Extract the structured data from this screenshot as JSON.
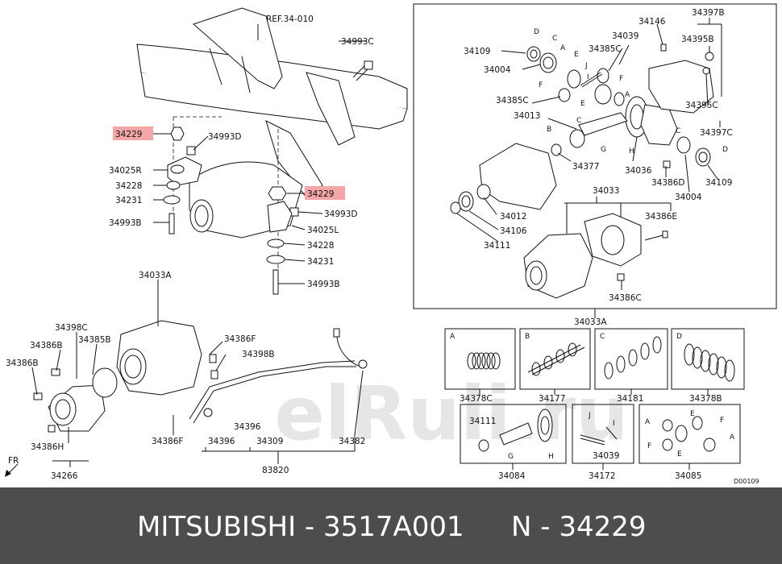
{
  "diagram": {
    "ref_label": "REF.34-010",
    "highlight_color": "#f4a6a6",
    "watermark": "elRuli.ru",
    "corner_code": "D00109",
    "fr_label": "FR",
    "labels": {
      "p34993C": "34993C",
      "p34229a": "34229",
      "p34993Da": "34993D",
      "p34025R": "34025R",
      "p34228a": "34228",
      "p34231a": "34231",
      "p34993Ba": "34993B",
      "p34229b": "34229",
      "p34993Db": "34993D",
      "p34025L": "34025L",
      "p34228b": "34228",
      "p34231b": "34231",
      "p34993Bb": "34993B",
      "p34033Aa": "34033A",
      "p34398C": "34398C",
      "p34386Ba": "34386B",
      "p34385B": "34385B",
      "p34386Bb": "34386B",
      "p34386Fa": "34386F",
      "p34398B": "34398B",
      "p34386H": "34386H",
      "p34266": "34266",
      "p34386Fb": "34386F",
      "p34396a": "34396",
      "p34396b": "34396",
      "p34309": "34309",
      "p34382": "34382",
      "p83820": "83820",
      "p34109a": "34109",
      "p34004a": "34004",
      "p34385Ca": "34385C",
      "p34385Cb": "34385C",
      "p34039a": "34039",
      "p34146": "34146",
      "p34397B": "34397B",
      "p34395B": "34395B",
      "p34395C": "34395C",
      "p34397C": "34397C",
      "p34013": "34013",
      "p34377": "34377",
      "p34036": "34036",
      "p34386D": "34386D",
      "p34109b": "34109",
      "p34004b": "34004",
      "p34033": "34033",
      "p34386E": "34386E",
      "p34012": "34012",
      "p34106": "34106",
      "p34111a": "34111",
      "p34386C": "34386C",
      "p34033Ab": "34033A",
      "p34378C": "34378C",
      "p34177": "34177",
      "p34181": "34181",
      "p34378B": "34378B",
      "p34111b": "34111",
      "p34084": "34084",
      "p34039b": "34039",
      "p34172": "34172",
      "p34085": "34085",
      "lA": "A",
      "lB": "B",
      "lC": "C",
      "lD": "D",
      "lE": "E",
      "lF": "F",
      "lG": "G",
      "lH": "H",
      "lI": "I",
      "lJ": "J"
    }
  },
  "footer": {
    "brand": "MITSUBISHI - 3517A001",
    "ref": "N - 34229"
  }
}
